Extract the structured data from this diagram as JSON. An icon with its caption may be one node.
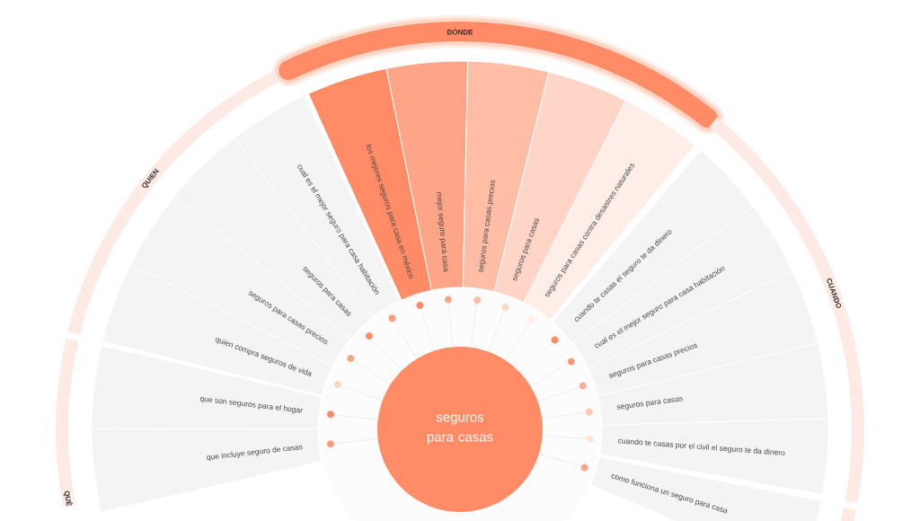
{
  "diagram": {
    "nodes": [
      {
        "text": [
          "seguros para casas"
        ]
      },
      {
        "text": [
          "QUIEN"
        ]
      },
      {
        "text": [
          "cual es el mejor seguro para casa habitación"
        ]
      },
      {
        "text": [
          "seguros para casas"
        ]
      },
      {
        "text": [
          "seguros para casas precios"
        ]
      },
      {
        "text": [
          "quien compra seguros de vida"
        ]
      },
      {
        "text": [
          "DÓNDE"
        ]
      },
      {
        "text": [
          "los mejores seguros para casa en méxico"
        ]
      },
      {
        "text": [
          "mejor seguro para casa"
        ]
      },
      {
        "text": [
          "seguros para casas precios"
        ]
      },
      {
        "text": [
          "seguros para casas"
        ]
      },
      {
        "text": [
          "seguros para casas contra desastres naturales"
        ]
      },
      {
        "text": [
          "CUANDO"
        ]
      },
      {
        "text": [
          "cuando te casas el seguro te da dinero"
        ]
      },
      {
        "text": [
          "cual es el mejor seguro para casa habitación"
        ]
      },
      {
        "text": [
          "seguros para casas precios"
        ]
      },
      {
        "text": [
          "seguros para casas"
        ]
      },
      {
        "text": [
          "cuando te casas por el civil el seguro te da dinero"
        ]
      },
      {
        "text": [
          "QUÉ"
        ]
      },
      {
        "text": [
          "que son seguros para el hogar"
        ]
      },
      {
        "text": [
          "que incluye seguro de casas"
        ]
      },
      {
        "text": [
          "como funciona un seguro para casa"
        ]
      }
    ]
  }
}
